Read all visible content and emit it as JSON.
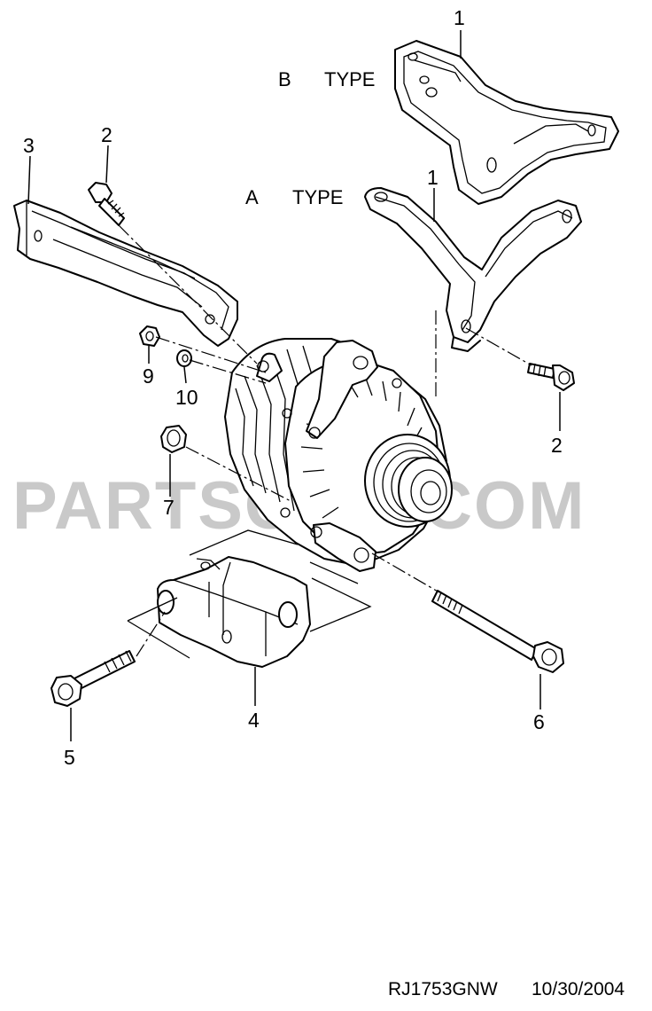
{
  "diagram": {
    "type_labels": {
      "b_type": {
        "letter": "B",
        "word": "TYPE"
      },
      "a_type": {
        "letter": "A",
        "word": "TYPE"
      }
    },
    "callouts": {
      "bracket_b": "1",
      "bracket_a": "1",
      "bolt_upper_left": "2",
      "bolt_right": "2",
      "brace": "3",
      "mount_bracket": "4",
      "bolt_lower_left": "5",
      "long_bolt": "6",
      "nut_large": "7",
      "nut_small": "9",
      "washer": "10"
    },
    "watermark": "PARTSOUQ.COM",
    "footer": {
      "code": "RJ1753GNW",
      "date": "10/30/2004"
    }
  },
  "colors": {
    "line": "#000000",
    "background": "#ffffff",
    "watermark": "#c9c9c9"
  }
}
